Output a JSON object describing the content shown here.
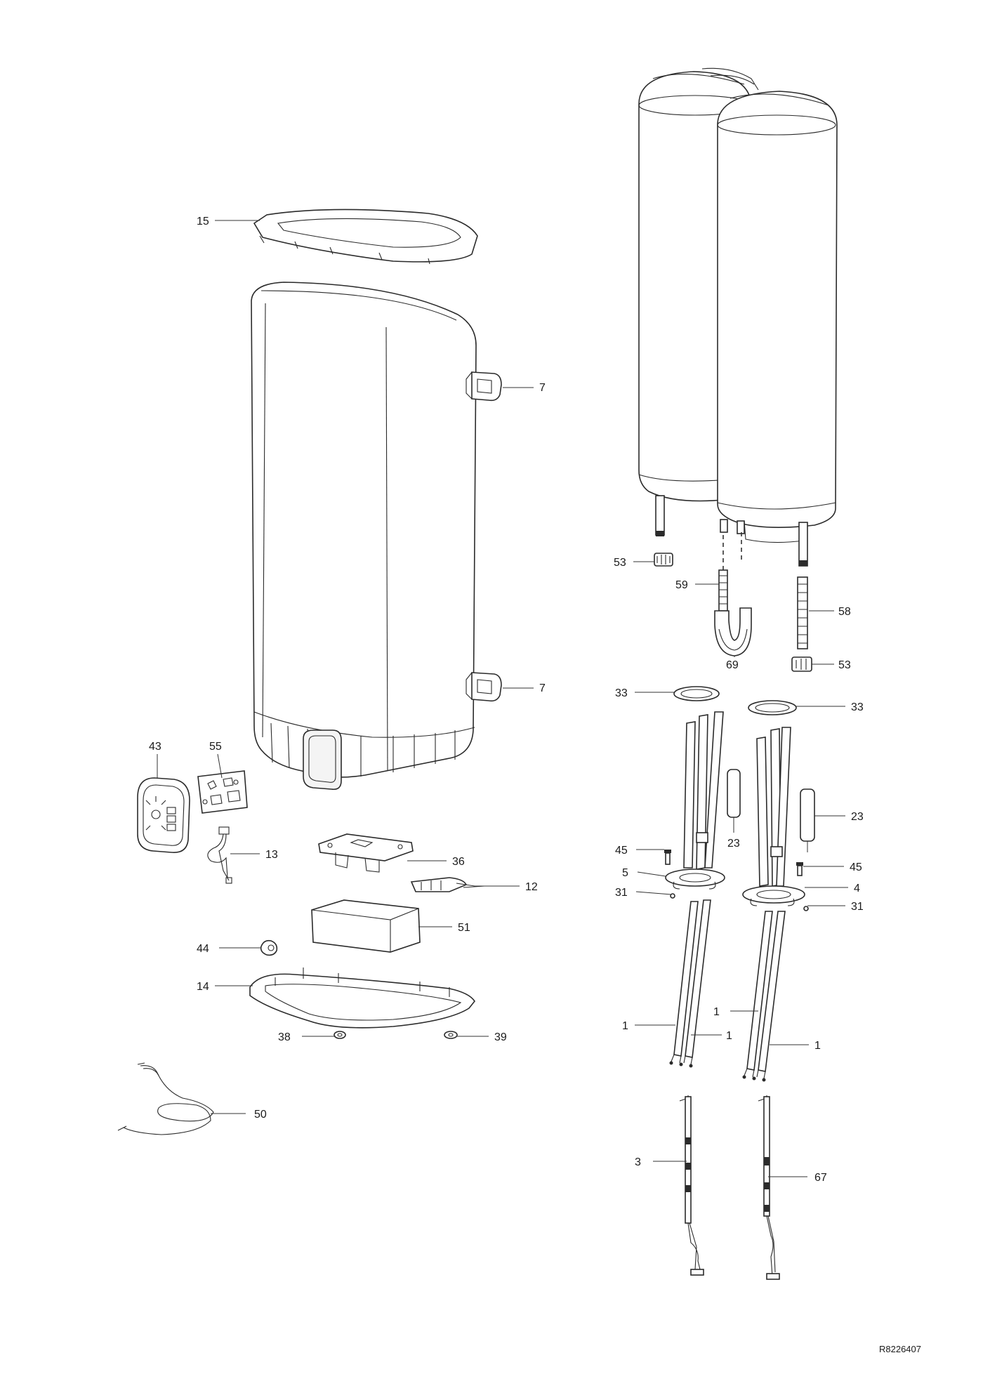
{
  "drawing_ref": "R8226407",
  "callouts": [
    {
      "id": "c15",
      "label": "15"
    },
    {
      "id": "c7a",
      "label": "7"
    },
    {
      "id": "c7b",
      "label": "7"
    },
    {
      "id": "c43",
      "label": "43"
    },
    {
      "id": "c55",
      "label": "55"
    },
    {
      "id": "c13",
      "label": "13"
    },
    {
      "id": "c36",
      "label": "36"
    },
    {
      "id": "c12",
      "label": "12"
    },
    {
      "id": "c51",
      "label": "51"
    },
    {
      "id": "c44",
      "label": "44"
    },
    {
      "id": "c14",
      "label": "14"
    },
    {
      "id": "c38",
      "label": "38"
    },
    {
      "id": "c39",
      "label": "39"
    },
    {
      "id": "c50",
      "label": "50"
    },
    {
      "id": "c53a",
      "label": "53"
    },
    {
      "id": "c59",
      "label": "59"
    },
    {
      "id": "c58",
      "label": "58"
    },
    {
      "id": "c69",
      "label": "69"
    },
    {
      "id": "c53b",
      "label": "53"
    },
    {
      "id": "c33a",
      "label": "33"
    },
    {
      "id": "c33b",
      "label": "33"
    },
    {
      "id": "c23a",
      "label": "23"
    },
    {
      "id": "c23b",
      "label": "23"
    },
    {
      "id": "c45a",
      "label": "45"
    },
    {
      "id": "c45b",
      "label": "45"
    },
    {
      "id": "c5",
      "label": "5"
    },
    {
      "id": "c4",
      "label": "4"
    },
    {
      "id": "c31a",
      "label": "31"
    },
    {
      "id": "c31b",
      "label": "31"
    },
    {
      "id": "c1a",
      "label": "1"
    },
    {
      "id": "c1b",
      "label": "1"
    },
    {
      "id": "c1c",
      "label": "1"
    },
    {
      "id": "c1d",
      "label": "1"
    },
    {
      "id": "c3",
      "label": "3"
    },
    {
      "id": "c67",
      "label": "67"
    }
  ]
}
